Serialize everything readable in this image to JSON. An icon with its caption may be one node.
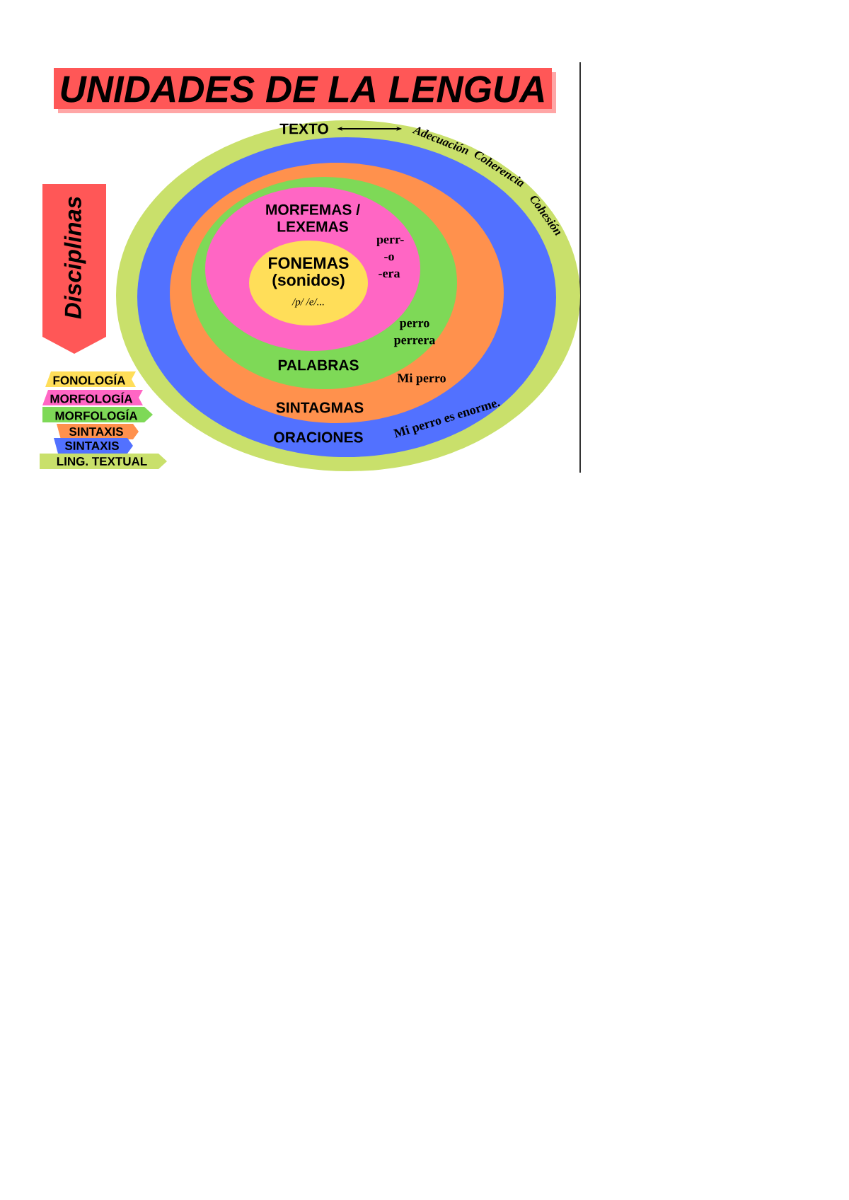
{
  "diagram": {
    "title": "UNIDADES DE LA LENGUA",
    "nodes": [
      {
        "text": [],
        "shape": "ellipse"
      },
      {
        "text": [
          "TEXTO"
        ],
        "in": 0
      },
      {
        "text": [
          "Adecuación"
        ],
        "in": 0
      },
      {
        "text": [
          "Coherencia"
        ],
        "in": 0
      },
      {
        "text": [
          "Cohesión"
        ],
        "in": 0
      },
      {
        "text": [
          "ORACIONES",
          "Mi perro es enorme."
        ],
        "in": 0
      },
      {
        "text": [
          "SINTAGMAS",
          "Mi perro"
        ],
        "in": 5
      },
      {
        "text": [
          "PALABRAS",
          "perro perrera"
        ],
        "in": 6
      },
      {
        "text": [
          "MORFEMAS / LEXEMAS",
          "perr- -o -era"
        ],
        "in": 7
      },
      {
        "text": [
          "FONEMAS (sonidos)",
          "/p/ /e/..."
        ],
        "in": 8
      },
      {
        "text": [
          "Disciplinas"
        ]
      }
    ],
    "edges": [
      {
        "from": 1,
        "to": 2,
        "arrow": "both"
      }
    ],
    "legend": [
      {
        "text": "FONOLOGÍA",
        "color": "#ffde59"
      },
      {
        "text": "MORFOLOGÍA",
        "color": "#ff66c4"
      },
      {
        "text": "MORFOLOGÍA",
        "color": "#7ed957"
      },
      {
        "text": "SINTAXIS",
        "color": "#ff914d"
      },
      {
        "text": "SINTAXIS",
        "color": "#5271ff"
      },
      {
        "text": "LING. TEXTUAL",
        "color": "#c9e06b"
      }
    ]
  }
}
